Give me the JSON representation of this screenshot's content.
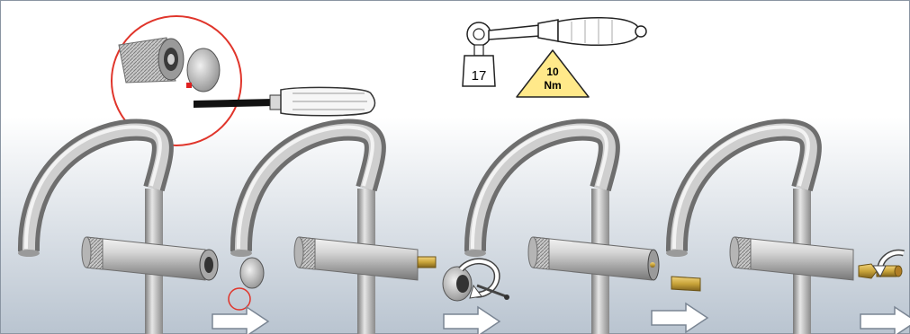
{
  "socket_label": "17",
  "torque": {
    "value": "10",
    "unit": "Nm"
  },
  "colors": {
    "background_top": "#ffffff",
    "background_bottom": "#b9c4d0",
    "frame": "#8a95a2",
    "chrome_light": "#f2f2f2",
    "chrome_mid": "#b9b9b9",
    "chrome_dark": "#6e6e6e",
    "detail_circle": "#e0352b",
    "marker": "#e02020",
    "brass": "#c9a43a",
    "warning_triangle": "#ffe98a",
    "screwdriver_blade": "#111111",
    "arrow_fill": "#ffffff"
  },
  "icons": [
    "torque-wrench-icon",
    "warning-triangle-icon",
    "screwdriver-icon",
    "rotate-arrow-icon",
    "direction-arrow-icon"
  ]
}
